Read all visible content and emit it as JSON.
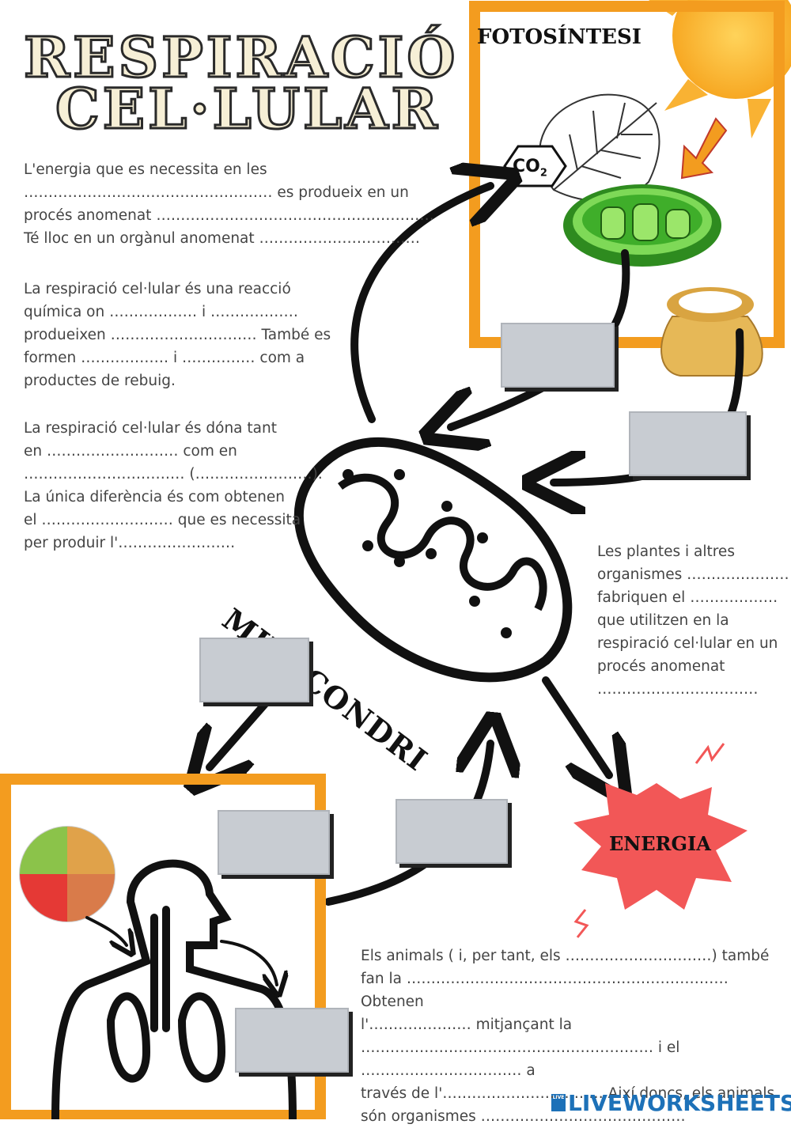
{
  "title": {
    "line1": "RESPIRACIÓ",
    "line2": "CEL·LULAR"
  },
  "fotosintesi": {
    "label": "FOTOSÍNTESI"
  },
  "mitocondri": {
    "label": "MITOCONDRI"
  },
  "energia": {
    "label": "ENERGIA"
  },
  "co2": {
    "label": "CO",
    "sub": "2"
  },
  "paragraphs": {
    "p1": [
      "L'energia que es necessita en les",
      "…………………………………………… es produeix en un",
      "procés anomenat …………………………………………………",
      "Té lloc en un orgànul anomenat ……………………………"
    ],
    "p2": [
      "La respiració cel·lular és una reacció",
      "química on ……………… i ………………",
      "produeixen ………………………… També es",
      "formen ……………… i …………… com a",
      "productes de rebuig."
    ],
    "p3": [
      "La respiració cel·lular és dóna tant",
      "en ……………………… com en",
      "…………………………… (……………………).",
      "La única diferència és com obtenen",
      "el ……………………… que es necessita",
      "per produir l'……………………"
    ],
    "p4": [
      "Les plantes i altres",
      "organismes …………………",
      "fabriquen el ………………",
      "que utilitzen en la",
      "respiració cel·lular en un",
      "procés anomenat",
      "……………………………"
    ],
    "p5": [
      "Els animals ( i, per tant, els …………………………) també",
      "fan la ………………………………………………………… Obtenen",
      "l'………………… mitjançant la",
      "…………………………………………………… i el …………………………… a",
      "través de l'…………………………… Així doncs, els animals",
      "són organismes ……………………………………"
    ]
  },
  "brand": {
    "text": "LIVEWORKSHEETS",
    "badge": "LIVE"
  },
  "colors": {
    "orange": "#f39c1f",
    "burst": "#f25757",
    "sun": "#f9b233",
    "box": "#c8ccd2",
    "green": "#3fae2a"
  }
}
